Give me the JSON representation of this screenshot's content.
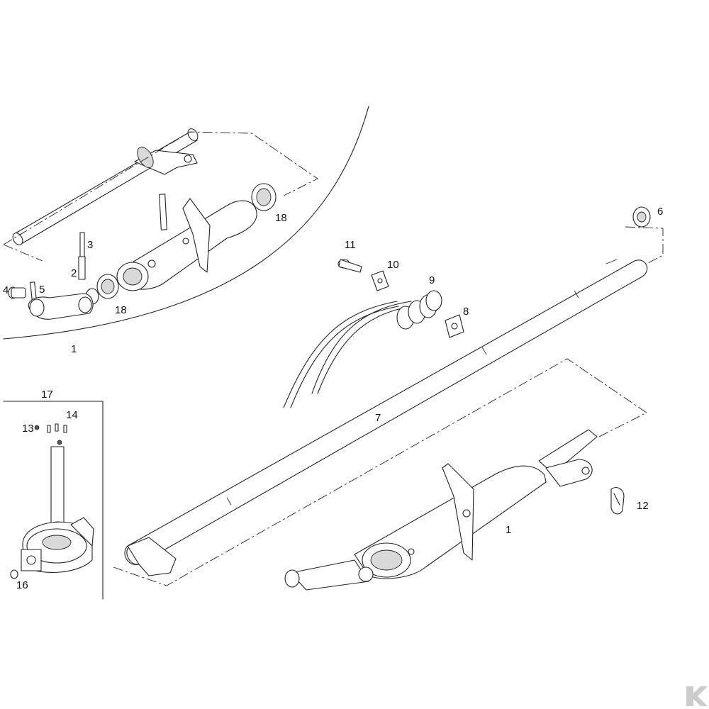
{
  "colors": {
    "ink": "#222222",
    "background": "#ffffff",
    "logo": "#cccccc"
  },
  "callouts": {
    "c1_inset": "1",
    "c1_main": "1",
    "c2": "2",
    "c3": "3",
    "c4": "4",
    "c5": "5",
    "c6": "6",
    "c7": "7",
    "c8": "8",
    "c9": "9",
    "c10": "10",
    "c11": "11",
    "c12": "12",
    "c13": "13",
    "c14": "14",
    "c16": "16",
    "c17": "17",
    "c18_top": "18",
    "c18_bottom": "18"
  },
  "logo": {
    "icon": "brand-logo-icon",
    "text": "K"
  }
}
